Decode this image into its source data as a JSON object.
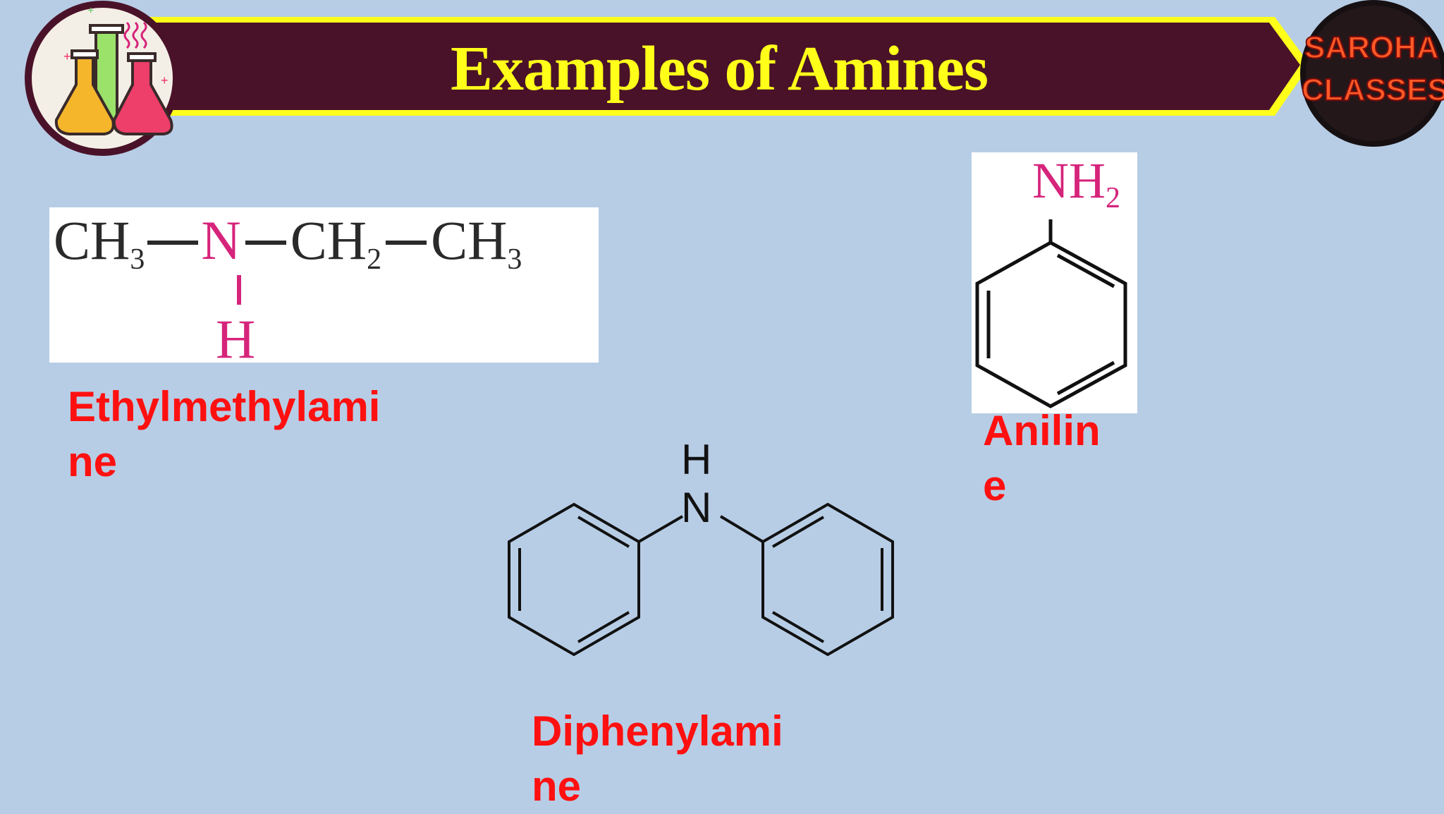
{
  "header": {
    "title": "Examples of  Amines",
    "banner_color": "#4a1229",
    "border_color": "#ffff1a"
  },
  "brand": {
    "logo_line1": "SAROHA",
    "logo_line2": "CLASSES",
    "left_logo_icon": "chemistry-flasks-icon"
  },
  "molecules": {
    "ethylmethylamine": {
      "formula_parts": [
        "CH",
        "3",
        "N",
        "CH",
        "2",
        "CH",
        "3",
        "H"
      ],
      "name_line1": "Ethylmethylami",
      "name_line2": "ne"
    },
    "aniline": {
      "group": "NH",
      "group_sub": "2",
      "name_line1": "Anilin",
      "name_line2": "e"
    },
    "diphenylamine": {
      "h_atom": "H",
      "n_atom": "N",
      "name_line1": "Diphenylami",
      "name_line2": "ne"
    }
  },
  "colors": {
    "background": "#b7cde5",
    "label_red": "#ff1010",
    "nitrogen_pink": "#d6247b"
  }
}
